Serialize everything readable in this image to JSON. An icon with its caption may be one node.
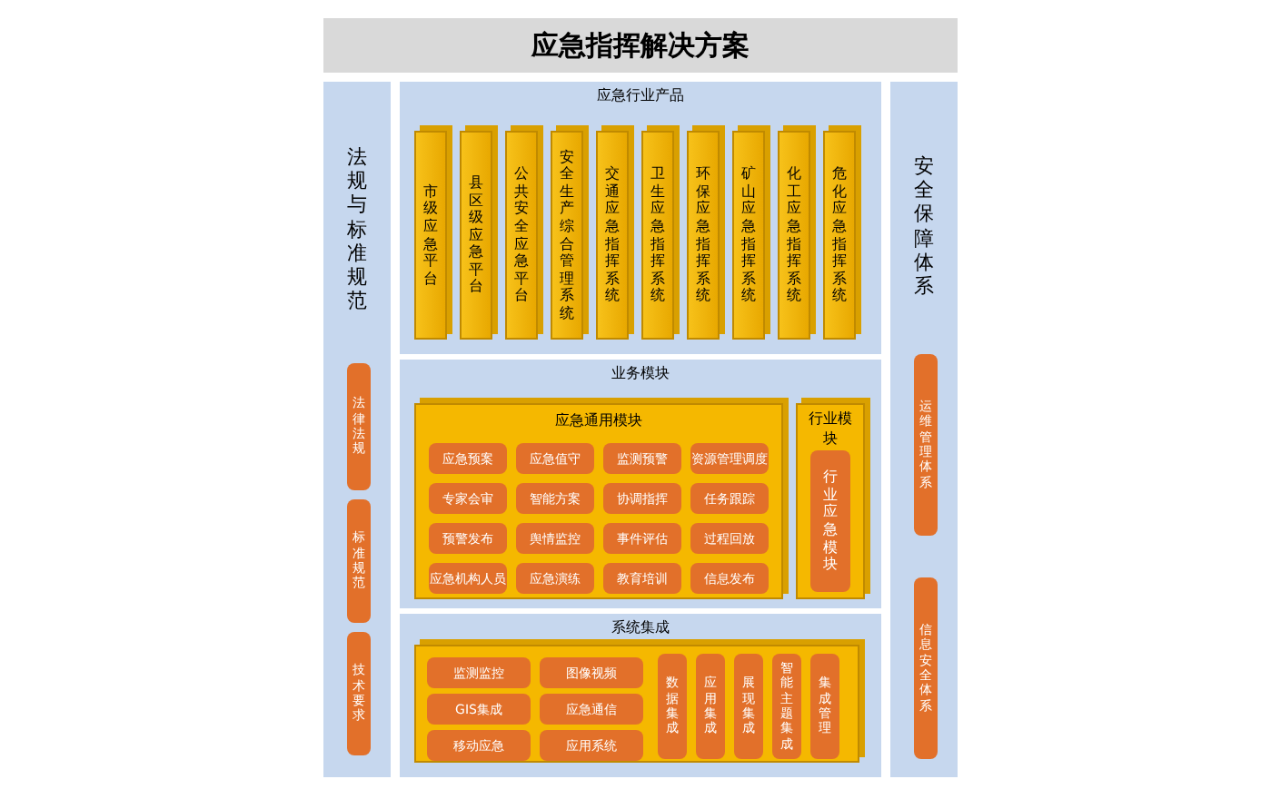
{
  "diagram": {
    "title": "应急指挥解决方案",
    "nodes": [
      {
        "text": [
          "法规与标准规范"
        ]
      },
      {
        "text": [
          "法律法规"
        ],
        "in": 0
      },
      {
        "text": [
          "标准规范"
        ],
        "in": 0
      },
      {
        "text": [
          "技术要求"
        ],
        "in": 0
      },
      {
        "text": [
          "应急行业产品"
        ]
      },
      {
        "text": [
          "市级应急平台"
        ],
        "in": 4
      },
      {
        "text": [
          "县区级应急平台"
        ],
        "in": 4
      },
      {
        "text": [
          "公共安全应急平台"
        ],
        "in": 4
      },
      {
        "text": [
          "安全生产综合管理系统"
        ],
        "in": 4
      },
      {
        "text": [
          "交通应急指挥系统"
        ],
        "in": 4
      },
      {
        "text": [
          "卫生应急指挥系统"
        ],
        "in": 4
      },
      {
        "text": [
          "环保应急指挥系统"
        ],
        "in": 4
      },
      {
        "text": [
          "矿山应急指挥系统"
        ],
        "in": 4
      },
      {
        "text": [
          "化工应急指挥系统"
        ],
        "in": 4
      },
      {
        "text": [
          "危化应急指挥系统"
        ],
        "in": 4
      },
      {
        "text": [
          "业务模块"
        ]
      },
      {
        "text": [
          "应急通用模块"
        ],
        "in": 15
      },
      {
        "text": [
          "应急预案"
        ],
        "in": 16
      },
      {
        "text": [
          "应急值守"
        ],
        "in": 16
      },
      {
        "text": [
          "监测预警"
        ],
        "in": 16
      },
      {
        "text": [
          "资源管理调度"
        ],
        "in": 16
      },
      {
        "text": [
          "专家会审"
        ],
        "in": 16
      },
      {
        "text": [
          "智能方案"
        ],
        "in": 16
      },
      {
        "text": [
          "协调指挥"
        ],
        "in": 16
      },
      {
        "text": [
          "任务跟踪"
        ],
        "in": 16
      },
      {
        "text": [
          "预警发布"
        ],
        "in": 16
      },
      {
        "text": [
          "舆情监控"
        ],
        "in": 16
      },
      {
        "text": [
          "事件评估"
        ],
        "in": 16
      },
      {
        "text": [
          "过程回放"
        ],
        "in": 16
      },
      {
        "text": [
          "应急机构人员"
        ],
        "in": 16
      },
      {
        "text": [
          "应急演练"
        ],
        "in": 16
      },
      {
        "text": [
          "教育培训"
        ],
        "in": 16
      },
      {
        "text": [
          "信息发布"
        ],
        "in": 16
      },
      {
        "text": [
          "行业模块"
        ],
        "in": 15
      },
      {
        "text": [
          "行业应急模块"
        ],
        "in": 33
      },
      {
        "text": [
          "系统集成"
        ]
      },
      {
        "text": [],
        "shape": "box",
        "in": 35
      },
      {
        "text": [
          "监测监控"
        ],
        "in": 36
      },
      {
        "text": [
          "图像视频"
        ],
        "in": 36
      },
      {
        "text": [
          "GIS集成"
        ],
        "in": 36
      },
      {
        "text": [
          "应急通信"
        ],
        "in": 36
      },
      {
        "text": [
          "移动应急"
        ],
        "in": 36
      },
      {
        "text": [
          "应用系统"
        ],
        "in": 36
      },
      {
        "text": [
          "数据集成"
        ],
        "in": 36
      },
      {
        "text": [
          "应用集成"
        ],
        "in": 36
      },
      {
        "text": [
          "展现集成"
        ],
        "in": 36
      },
      {
        "text": [
          "智能主题集成"
        ],
        "in": 36
      },
      {
        "text": [
          "集成管理"
        ],
        "in": 36
      },
      {
        "text": [
          "安全保障体系"
        ]
      },
      {
        "text": [
          "运维管理体系"
        ],
        "in": 48
      },
      {
        "text": [
          "信息安全体系"
        ],
        "in": 48
      }
    ],
    "edges": []
  }
}
